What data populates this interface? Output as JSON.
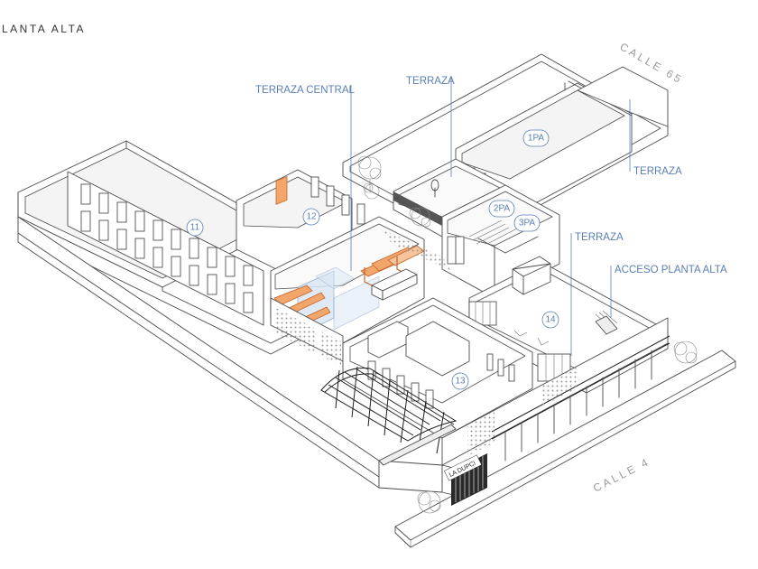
{
  "title": "LANTA ALTA",
  "labels": {
    "terraza_central": "TERRAZA CENTRAL",
    "terraza_top": "TERRAZA",
    "terraza_right": "TERRAZA",
    "terraza_mid": "TERRAZA",
    "acceso": "ACCESO PLANTA ALTA"
  },
  "streets": {
    "calle_65": "CALLE 65",
    "calle_4": "CALLE 4"
  },
  "rooms": {
    "r11": "11",
    "r12": "12",
    "r13": "13",
    "r14": "14",
    "r1pa": "1PA",
    "r2pa": "2PA",
    "r3pa": "3PA"
  },
  "sign": "LA DUPCi",
  "colors": {
    "label_blue": "#5a7fb5",
    "line": "#4a4a4a",
    "furniture_orange": "#f2a66a",
    "glass_blue": "#dbe7f5"
  }
}
